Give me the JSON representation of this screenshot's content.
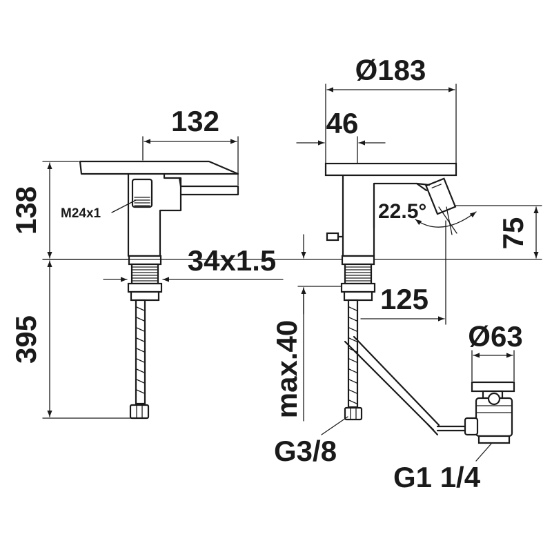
{
  "labels": {
    "d132": "132",
    "d138": "138",
    "m24x1": "M24x1",
    "d34x15": "34x1.5",
    "d395": "395",
    "d183": "Ø183",
    "d46": "46",
    "angle": "22.5°",
    "d75": "75",
    "d125": "125",
    "max40": "max.40",
    "d63": "Ø63",
    "g38": "G3/8",
    "g114": "G1 1/4"
  }
}
